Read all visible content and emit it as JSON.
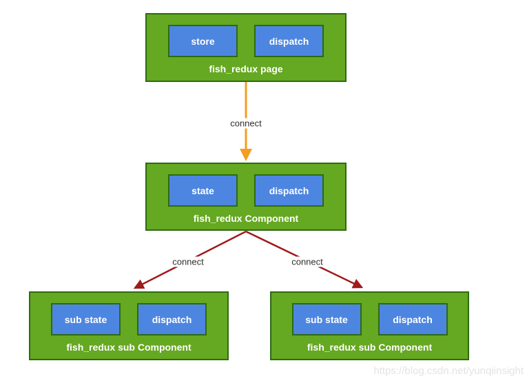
{
  "colors": {
    "node_green": "#65a821",
    "node_border": "#2d6a12",
    "chip_blue": "#4d86e0",
    "arrow_orange": "#f59d20",
    "arrow_red": "#9f1b1c",
    "label_text": "#ffffff",
    "edge_label_text": "#2d2d2d",
    "watermark_gray": "#e3e3e3"
  },
  "nodes": {
    "page": {
      "title": "fish_redux page",
      "chips": [
        "store",
        "dispatch"
      ]
    },
    "component": {
      "title": "fish_redux Component",
      "chips": [
        "state",
        "dispatch"
      ]
    },
    "sub_left": {
      "title": "fish_redux sub Component",
      "chips": [
        "sub state",
        "dispatch"
      ]
    },
    "sub_right": {
      "title": "fish_redux sub Component",
      "chips": [
        "sub state",
        "dispatch"
      ]
    }
  },
  "edges": [
    {
      "from": "page",
      "to": "component",
      "label": "connect",
      "color": "orange"
    },
    {
      "from": "component",
      "to": "sub_left",
      "label": "connect",
      "color": "red"
    },
    {
      "from": "component",
      "to": "sub_right",
      "label": "connect",
      "color": "red"
    }
  ],
  "watermark": "https://blog.csdn.net/yunqiinsight"
}
